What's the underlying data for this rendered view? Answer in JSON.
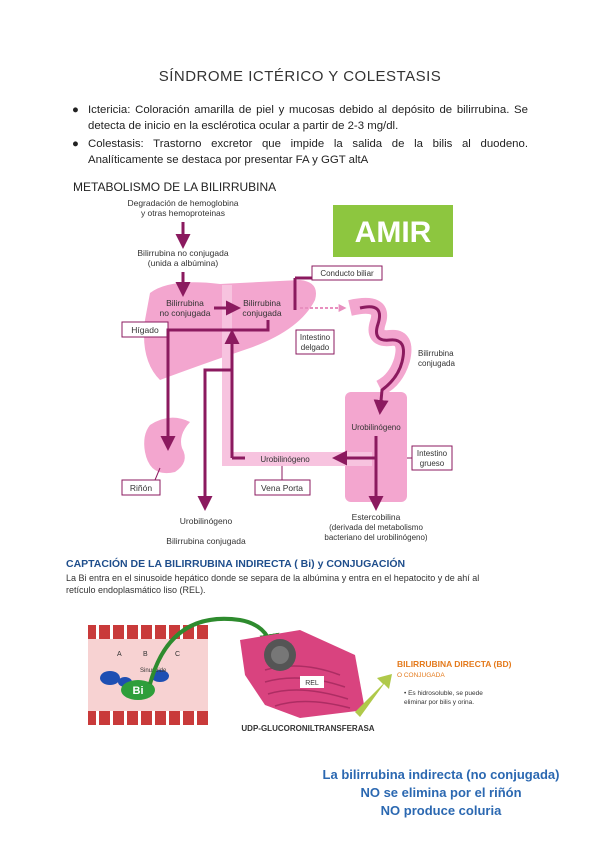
{
  "title": "SÍNDROME ICTÉRICO Y COLESTASIS",
  "bullets": [
    "Ictericia: Coloración amarilla de piel y mucosas debido al depósito de bilirrubina. Se detecta de inicio en la esclérotica ocular a partir de 2-3 mg/dl.",
    "Colestasis: Trastorno excretor que impide la salida de la bilis al duodeno. Analíticamente se destaca por presentar FA y GGT altA"
  ],
  "section1": "METABOLISMO DE LA BILIRRUBINA",
  "diagram": {
    "logo": "AMIR",
    "degradacion_1": "Degradación de hemoglobina",
    "degradacion_2": "y otras hemoproteinas",
    "bnc_1": "Bilirrubina no conjugada",
    "bnc_2": "(unida a albúmina)",
    "liver_bnc_1": "Bilirrubina",
    "liver_bnc_2": "no conjugada",
    "liver_bc_1": "Bilirrubina",
    "liver_bc_2": "conjugada",
    "conducto": "Conducto biliar",
    "higado": "Hígado",
    "intestino_1": "Intestino",
    "intestino_2": "delgado",
    "bil_conj_1": "Bilirrubina",
    "bil_conj_2": "conjugada",
    "urobilinogeno_int": "Urobilinógeno",
    "urobilinogeno_mid": "Urobilinógeno",
    "grueso_1": "Intestino",
    "grueso_2": "grueso",
    "rinon": "Riñón",
    "vena_porta": "Vena Porta",
    "uro_bottom": "Urobilinógeno",
    "bil_conj_bottom": "Bilirrubina conjugada",
    "estercobilina": "Estercobilina",
    "ester_2": "(derivada del metabolismo",
    "ester_3": "bacteriano del urobilinógeno)"
  },
  "captacion": {
    "title": "CAPTACIÓN DE LA BILIRRUBINA INDIRECTA ( Bi) y CONJUGACIÓN",
    "text": "La Bi entra en el sinusoide hepático donde se separa de la albúmina y entra en el hepatocito y de ahí al retículo endoplasmático liso (REL).",
    "bi": "Bi",
    "label_a": "A",
    "label_b": "B",
    "label_c": "C",
    "sinusoid": "Sinusoide",
    "rel": "REL",
    "enzyme": "UDP-GLUCORONILTRANSFERASA",
    "bd_title": "BILIRRUBINA DIRECTA (BD)",
    "bd_sub": "O CONJUGADA",
    "bd_note_1": "• Es hidrosoluble, se puede",
    "bd_note_2": "eliminar por bilis y orina."
  },
  "closing": [
    "La bilirrubina indirecta (no conjugada)",
    "NO se elimina por el riñón",
    "NO produce coluria"
  ],
  "colors": {
    "arrow": "#8b1a5f",
    "organ": "#f3a6cf",
    "logo_green": "#8dc63f",
    "blue_text": "#2b68b1"
  }
}
